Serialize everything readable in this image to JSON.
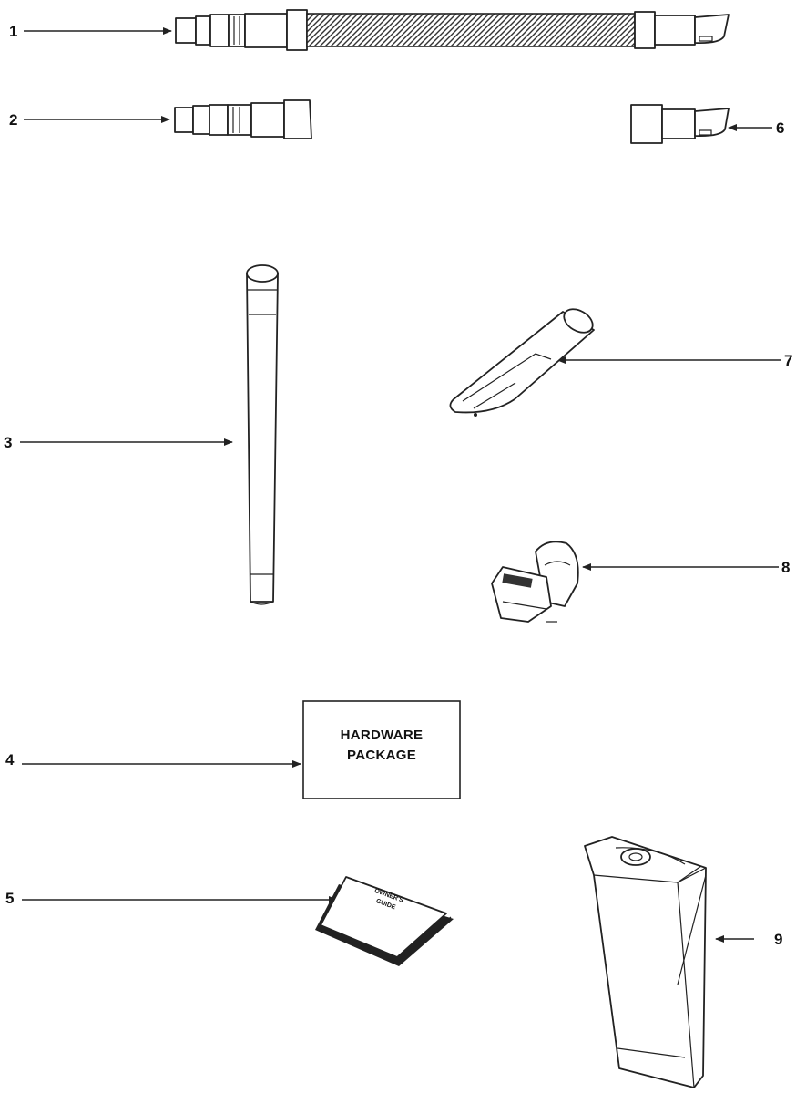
{
  "callouts": [
    {
      "id": "1",
      "part": "hose"
    },
    {
      "id": "2",
      "part": "hose-connector"
    },
    {
      "id": "3",
      "part": "extension-wand"
    },
    {
      "id": "4",
      "part": "hardware-package"
    },
    {
      "id": "5",
      "part": "owners-guide"
    },
    {
      "id": "6",
      "part": "hose-end"
    },
    {
      "id": "7",
      "part": "crevice-tool"
    },
    {
      "id": "8",
      "part": "upholstery-tool"
    },
    {
      "id": "9",
      "part": "dust-bag"
    }
  ],
  "hardware_package": {
    "line1": "HARDWARE",
    "line2": "PACKAGE"
  },
  "owners_guide": {
    "line1": "OWNER'S",
    "line2": "GUIDE"
  }
}
